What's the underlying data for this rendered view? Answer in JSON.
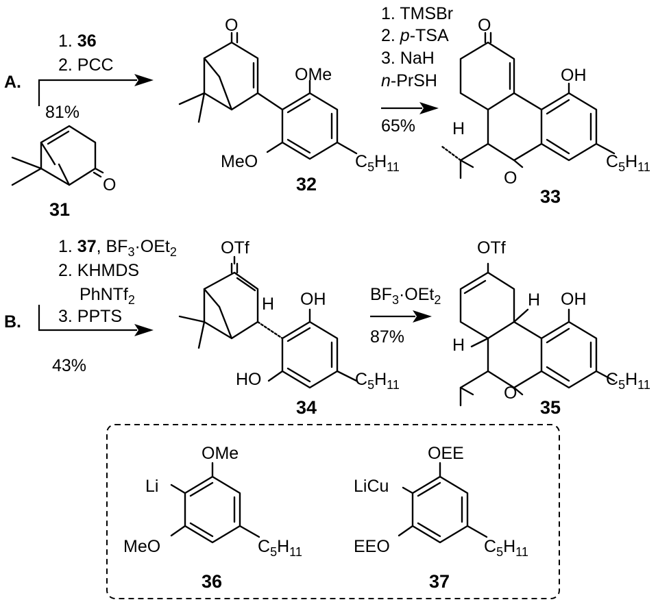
{
  "scheme": {
    "section_labels": {
      "a": "A.",
      "b": "B."
    },
    "compounds": {
      "c31": "31",
      "c32": "32",
      "c33": "33",
      "c34": "34",
      "c35": "35",
      "c36": "36",
      "c37": "37"
    },
    "atoms": {
      "O": "O",
      "OMe": "OMe",
      "MeO": "MeO",
      "OH": "OH",
      "HO": "HO",
      "H": "H",
      "OTf": "OTf",
      "Li": "Li",
      "LiCu": "LiCu",
      "OEE": "OEE",
      "EEO": "EEO",
      "C": "C",
      "n5": "5",
      "n11": "11"
    },
    "step_a1": {
      "lines": [
        "1. ",
        "2. PCC"
      ],
      "reagent_ref": "36",
      "yield": "81%"
    },
    "step_a2": {
      "lines": [
        "1. TMSBr",
        "2. ",
        "3. NaH",
        "-PrSH"
      ],
      "italic_p": "p",
      "ptsa": "-TSA",
      "italic_n": "n",
      "yield": "65%"
    },
    "step_b1": {
      "reagent_ref": "37",
      "bf3": ", BF",
      "sub3": "3",
      "oet": "·OEt",
      "sub2": "2",
      "line2": "2. KHMDS",
      "line3": "PhNTf",
      "sub_f2": "2",
      "line4": "3. PPTS",
      "num1": "1. ",
      "yield": "43%"
    },
    "step_b2": {
      "bf": "BF",
      "sub3": "3",
      "oet": "·OEt",
      "sub2": "2",
      "yield": "87%"
    }
  }
}
